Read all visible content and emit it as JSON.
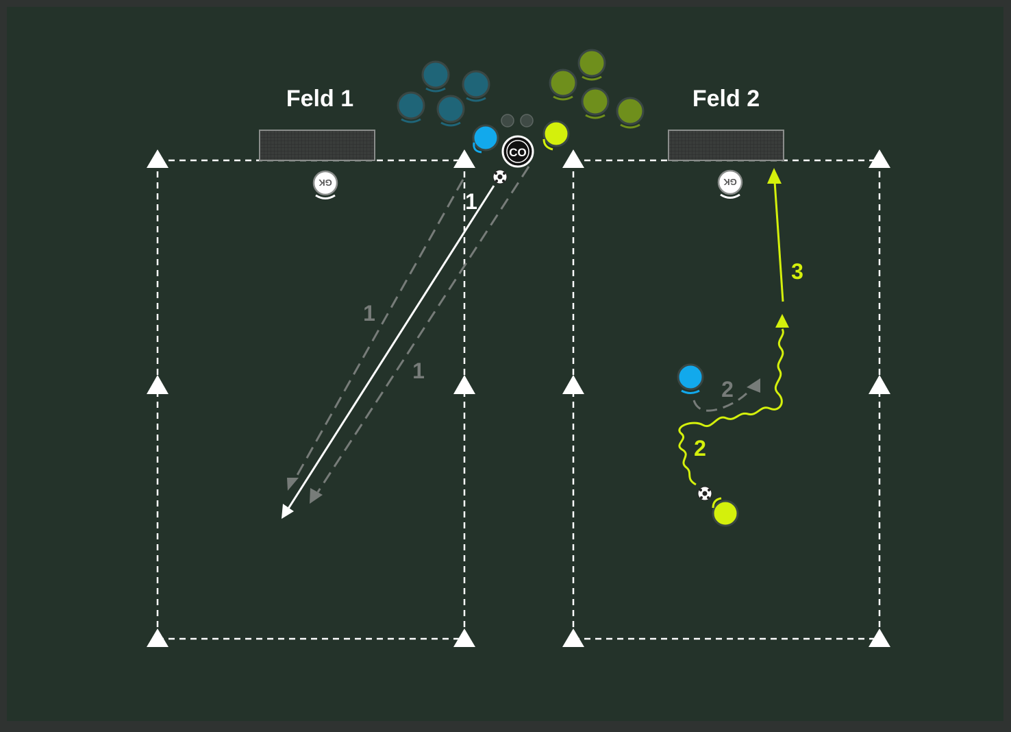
{
  "colors": {
    "pitch": "#24332a",
    "frame": "#2f3331",
    "line": "#ffffff",
    "blue_team": "#1f6578",
    "blue_active": "#12a9ec",
    "green_team": "#6f8f1c",
    "green_active": "#d4f00c",
    "ghost": "#777c79",
    "goal_fill": "#3a3d3b"
  },
  "fields": [
    {
      "label": "Feld 1"
    },
    {
      "label": "Feld 2"
    }
  ],
  "coach": {
    "label": "CO"
  },
  "goalkeepers": [
    {
      "label": "GK"
    },
    {
      "label": "GK"
    }
  ],
  "step_labels": {
    "white_pass": "1",
    "ghost_run_left": "1",
    "ghost_run_right": "1",
    "green_dribble": "2",
    "blue_run": "2",
    "green_shot": "3"
  },
  "icons": [
    "cone-icon",
    "goal-icon",
    "ball-icon",
    "player-icon",
    "coach-icon",
    "goalkeeper-icon",
    "arrow-icon"
  ]
}
